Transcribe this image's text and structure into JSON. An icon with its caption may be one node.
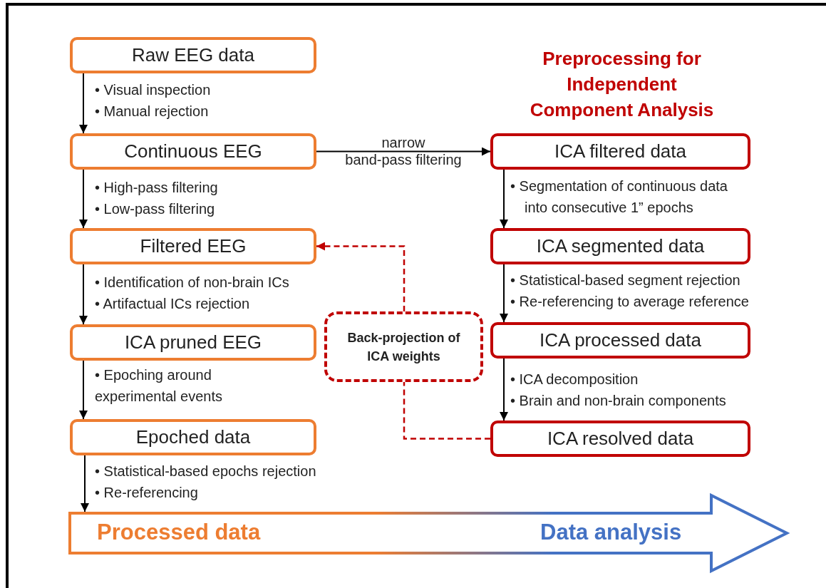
{
  "diagram": {
    "title": "Preprocessing for Independent Component Analysis",
    "nodes": [
      {
        "text": [
          "Raw EEG data"
        ]
      },
      {
        "text": [
          "Continuous EEG"
        ]
      },
      {
        "text": [
          "Filtered EEG"
        ]
      },
      {
        "text": [
          "ICA pruned EEG"
        ]
      },
      {
        "text": [
          "Epoched data"
        ]
      },
      {
        "text": [
          "Processed data",
          "Data analysis"
        ]
      },
      {
        "text": [
          "ICA filtered data"
        ]
      },
      {
        "text": [
          "ICA segmented data"
        ]
      },
      {
        "text": [
          "ICA processed data"
        ]
      },
      {
        "text": [
          "ICA resolved data"
        ]
      },
      {
        "text": [
          "Back-projection of ICA weights"
        ]
      }
    ],
    "edges": [
      {
        "from": 0,
        "to": 1,
        "arrow": "to"
      },
      {
        "from": 1,
        "to": 2,
        "arrow": "to"
      },
      {
        "from": 2,
        "to": 3,
        "arrow": "to"
      },
      {
        "from": 3,
        "to": 4,
        "arrow": "to"
      },
      {
        "from": 4,
        "to": 5,
        "arrow": "to"
      },
      {
        "from": 1,
        "to": 6,
        "arrow": "to",
        "label": "narrow band-pass filtering"
      },
      {
        "from": 6,
        "to": 7,
        "arrow": "to"
      },
      {
        "from": 7,
        "to": 8,
        "arrow": "to"
      },
      {
        "from": 8,
        "to": 9,
        "arrow": "to"
      },
      {
        "from": 9,
        "to": 10,
        "arrow": "none",
        "style": "dashed",
        "color": "#c00000"
      },
      {
        "from": 10,
        "to": 2,
        "arrow": "to",
        "style": "dashed",
        "color": "#c00000"
      }
    ],
    "labels": [
      "• Visual inspection",
      "• Manual rejection",
      "• High-pass filtering",
      "• Low-pass filtering",
      "• Identification of non-brain ICs",
      "• Artifactual ICs rejection",
      "• Epoching around experimental events",
      "• Statistical-based epochs rejection",
      "• Re-referencing",
      "• Segmentation of continuous data into consecutive 1” epochs",
      "• Statistical-based segment rejection",
      "• Re-referencing to average reference",
      "• ICA decomposition",
      "• Brain and non-brain components"
    ]
  }
}
